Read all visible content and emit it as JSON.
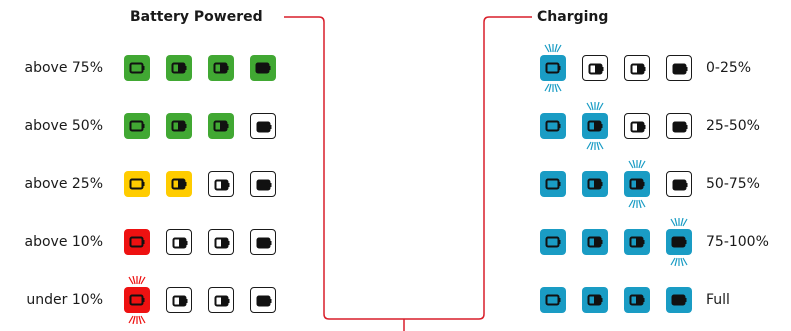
{
  "battery_powered": {
    "title": "Battery Powered",
    "rows": [
      {
        "label": "above 75%",
        "color": "#41a833",
        "lit": 4,
        "battery_levels": [
          "low",
          "half",
          "half",
          "full"
        ],
        "blinking": null
      },
      {
        "label": "above 50%",
        "color": "#41a833",
        "lit": 3,
        "battery_levels": [
          "low",
          "half",
          "half",
          "full"
        ],
        "blinking": null
      },
      {
        "label": "above 25%",
        "color": "#ffcc00",
        "lit": 2,
        "battery_levels": [
          "low",
          "half",
          "half",
          "full"
        ],
        "blinking": null
      },
      {
        "label": "above 10%",
        "color": "#ee1111",
        "lit": 1,
        "battery_levels": [
          "low",
          "half",
          "half",
          "full"
        ],
        "blinking": null
      },
      {
        "label": "under 10%",
        "color": "#ee1111",
        "lit": 1,
        "battery_levels": [
          "low",
          "half",
          "half",
          "full"
        ],
        "blinking": 0
      }
    ]
  },
  "charging": {
    "title": "Charging",
    "rows": [
      {
        "label": "0-25%",
        "color": "#1a9cc4",
        "lit": 1,
        "battery_levels": [
          "low",
          "half",
          "half",
          "full"
        ],
        "blinking": 0
      },
      {
        "label": "25-50%",
        "color": "#1a9cc4",
        "lit": 2,
        "battery_levels": [
          "low",
          "half",
          "half",
          "full"
        ],
        "blinking": 1
      },
      {
        "label": "50-75%",
        "color": "#1a9cc4",
        "lit": 3,
        "battery_levels": [
          "low",
          "half",
          "half",
          "full"
        ],
        "blinking": 2
      },
      {
        "label": "75-100%",
        "color": "#1a9cc4",
        "lit": 4,
        "battery_levels": [
          "low",
          "half",
          "half",
          "full"
        ],
        "blinking": 3
      },
      {
        "label": "Full",
        "color": "#1a9cc4",
        "lit": 4,
        "battery_levels": [
          "low",
          "half",
          "half",
          "full"
        ],
        "blinking": null
      }
    ]
  },
  "connector_color": "#d91e2a"
}
